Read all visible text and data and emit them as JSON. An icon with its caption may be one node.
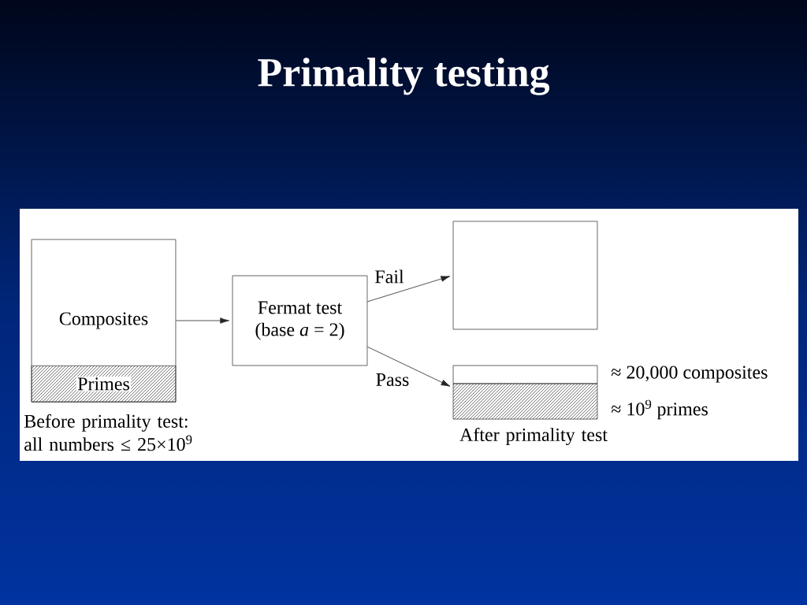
{
  "diagram": {
    "title": "Primality testing",
    "nodes": [
      {
        "text": [
          "Composites"
        ]
      },
      {
        "text": [
          "Primes"
        ],
        "in": 0
      },
      {
        "text": [
          "Fermat test (base *a* = 2)"
        ]
      },
      {
        "text": [],
        "shape": "box"
      },
      {
        "text": [],
        "shape": "box",
        "beside": [
          "≈ 20,000 composites"
        ]
      },
      {
        "text": [],
        "shape": "box",
        "beside": [
          "≈ 10$^{9}$ primes"
        ]
      }
    ],
    "edges": [
      {
        "from": 0,
        "to": 2,
        "arrow": "to"
      },
      {
        "from": 2,
        "to": 3,
        "arrow": "to",
        "label": "Fail"
      },
      {
        "from": 2,
        "to": 5,
        "arrow": "to",
        "label": "Pass"
      }
    ],
    "labels": [
      "Before primality test: all numbers ≤ 25×10$^{9}$",
      "After primality test"
    ]
  }
}
